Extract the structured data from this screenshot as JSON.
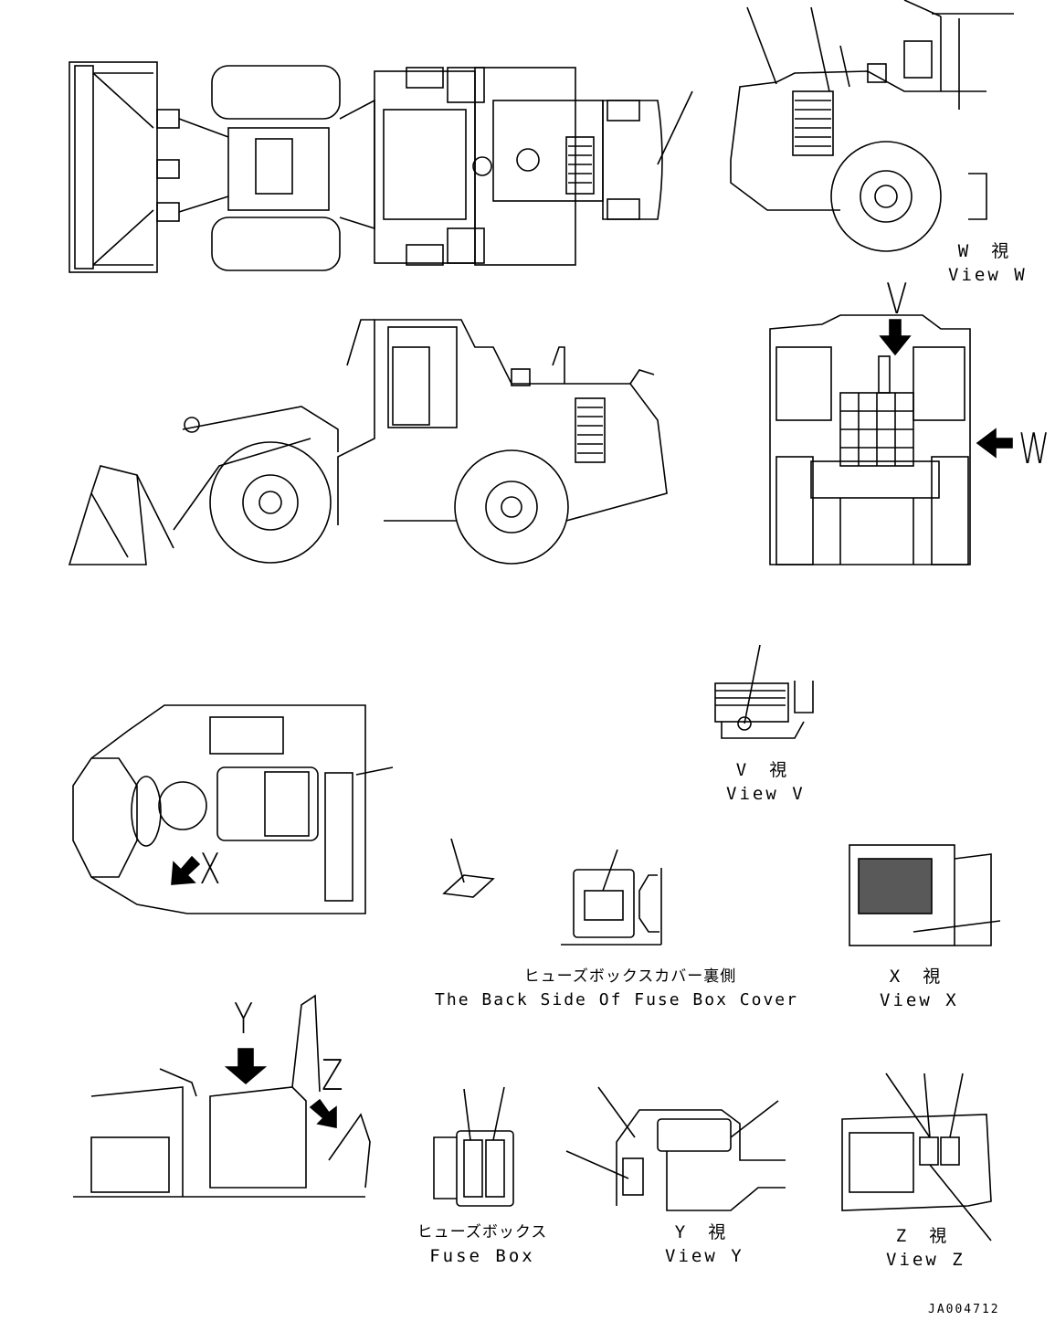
{
  "labels": {
    "view_w_jp": "W　視",
    "view_w_en": "View W",
    "view_v_jp": "V　視",
    "view_v_en": "View V",
    "fuse_cover_jp": "ヒューズボックスカバー裏側",
    "fuse_cover_en": "The Back Side Of Fuse Box Cover",
    "view_x_jp": "X　視",
    "view_x_en": "View X",
    "fuse_box_jp": "ヒューズボックス",
    "fuse_box_en": "Fuse Box",
    "view_y_jp": "Y　視",
    "view_y_en": "View Y",
    "view_z_jp": "Z　視",
    "view_z_en": "View Z"
  },
  "arrow_letters": {
    "v": "V",
    "w": "W",
    "x": "X",
    "y": "Y",
    "z": "Z"
  },
  "drawing_code": "JA004712",
  "colors": {
    "line": "#000000",
    "background": "#ffffff"
  }
}
